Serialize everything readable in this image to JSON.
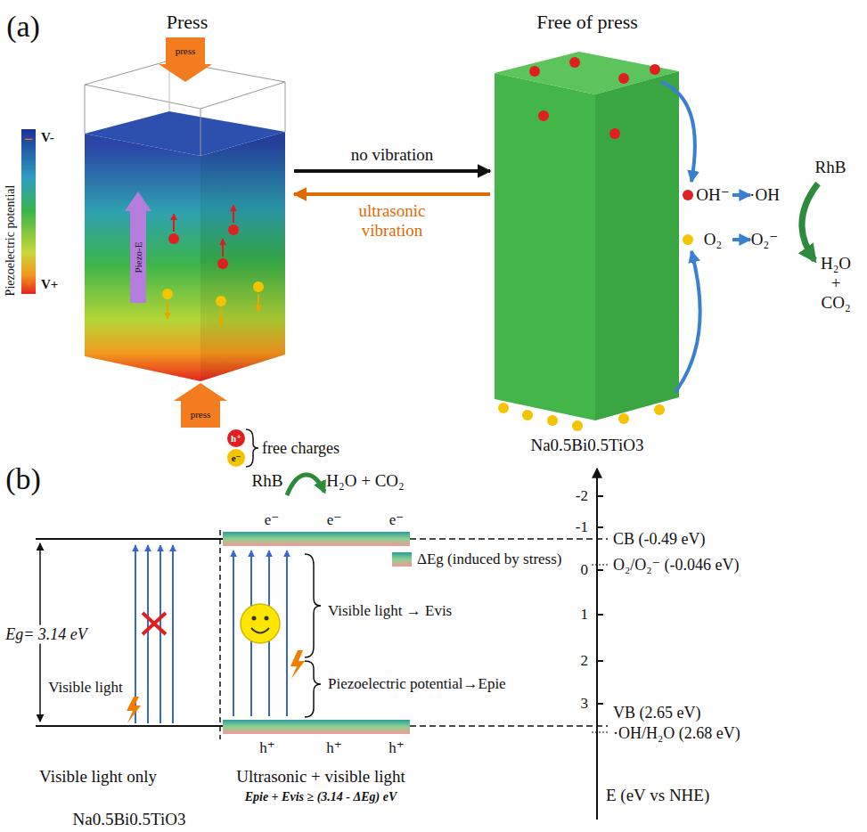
{
  "diagram": {
    "nodes": [
      {
        "text": [
          "Press"
        ]
      },
      {
        "text": [
          "press"
        ],
        "in": 0
      },
      {
        "text": [
          "Piezo-E"
        ],
        "in": 0
      },
      {
        "text": [
          "press"
        ],
        "in": 0
      },
      {
        "text": [
          "Free of press",
          "Na0.5Bi0.5TiO3"
        ]
      }
    ],
    "edges": [
      {
        "from": 0,
        "to": 4,
        "label": "no vibration",
        "arrow": "to"
      },
      {
        "from": 4,
        "to": 0,
        "label": "ultrasonic vibration",
        "arrow": "to"
      }
    ],
    "labels": [
      "(a)",
      "Piezoelectric potential",
      "V-",
      "−",
      "V+",
      "+",
      "h⁺",
      "e⁻",
      "free charges",
      "OH⁻",
      "·OH",
      "O₂",
      "O₂⁻",
      "RhB",
      "H₂O + CO₂",
      "(b)",
      "RhB",
      "H₂O + CO₂",
      "e⁻",
      "e⁻",
      "e⁻",
      "ΔEg (induced by stress)",
      "Eg= 3.14 eV",
      "Visible light",
      "Visible light → Evis",
      "Piezoelectric potential→Epie",
      "h⁺",
      "h⁺",
      "h⁺",
      "Visible light only",
      "Ultrasonic + visible light",
      "Epie + Evis ≥ (3.14 - ΔEg) eV",
      "Na0.5Bi0.5TiO3",
      "-2",
      "-1",
      "0",
      "1",
      "2",
      "3",
      "E (eV vs NHE)",
      "CB (-0.49 eV)",
      "O₂/O₂⁻ (-0.046 eV)",
      "VB (2.65 eV)",
      "·OH/H₂O (2.68 eV)"
    ]
  }
}
